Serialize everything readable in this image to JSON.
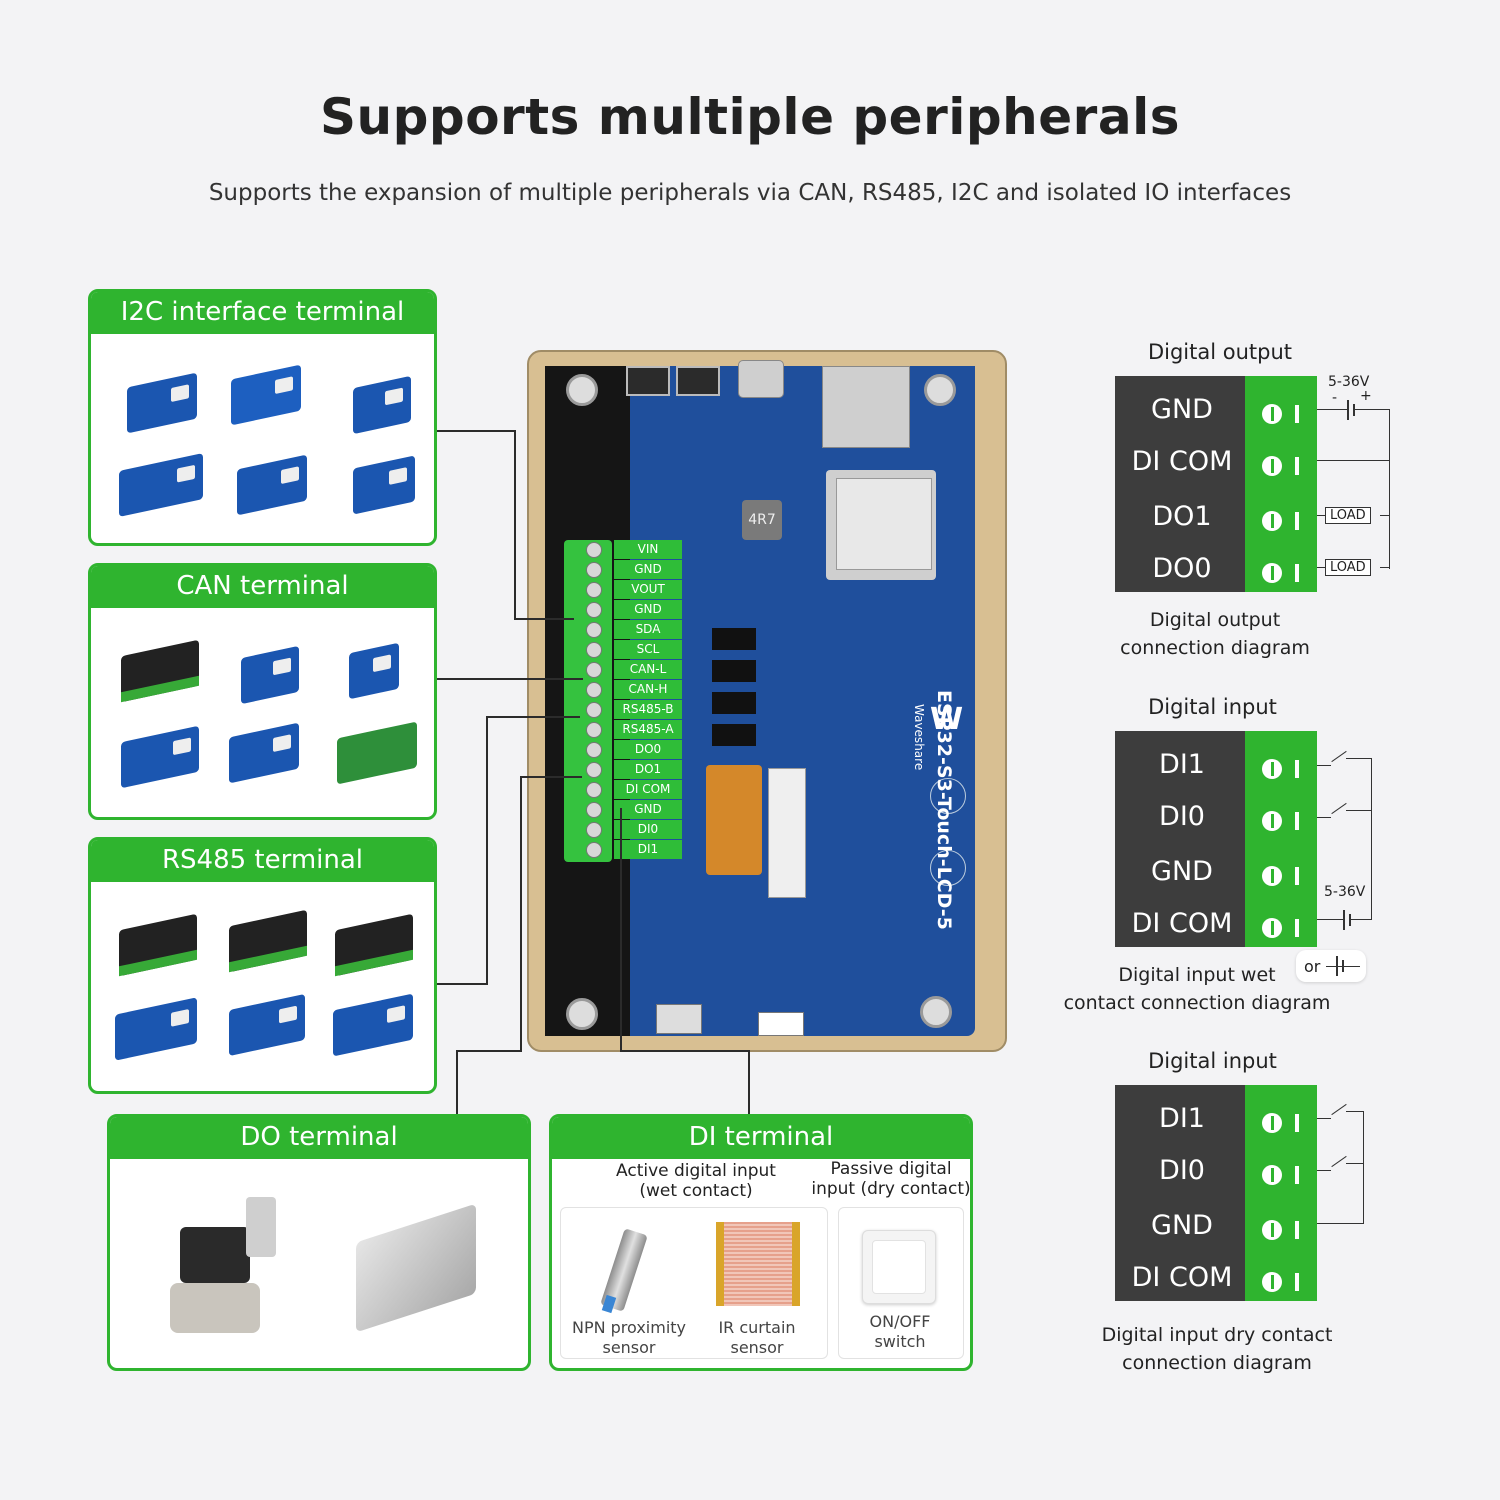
{
  "header": {
    "title": "Supports multiple peripherals",
    "subtitle": "Supports the expansion of multiple peripherals via CAN, RS485, I2C and isolated IO interfaces"
  },
  "panels": {
    "i2c": "I2C interface terminal",
    "can": "CAN terminal",
    "rs485": "RS485 terminal",
    "do": "DO terminal",
    "di": "DI terminal"
  },
  "di_panel": {
    "active_line1": "Active digital input",
    "active_line2": "(wet contact)",
    "passive_line1": "Passive digital",
    "passive_line2": "input (dry contact)",
    "npn_line1": "NPN proximity",
    "npn_line2": "sensor",
    "ir_line1": "IR curtain",
    "ir_line2": "sensor",
    "switch_line1": "ON/OFF",
    "switch_line2": "switch"
  },
  "board": {
    "name": "ESP32-S3-Touch-LCD-5",
    "brand": "Waveshare",
    "chip": "4R7",
    "pins": [
      "VIN",
      "GND",
      "VOUT",
      "GND",
      "SDA",
      "SCL",
      "CAN-L",
      "CAN-H",
      "RS485-B",
      "RS485-A",
      "DO0",
      "DO1",
      "DI COM",
      "GND",
      "DI0",
      "DI1"
    ]
  },
  "diagrams": {
    "output": {
      "title": "Digital output",
      "rows": [
        "GND",
        "DI COM",
        "DO1",
        "DO0"
      ],
      "voltage": "5-36V",
      "polarity_minus": "-",
      "polarity_plus": "+",
      "load1": "LOAD",
      "load2": "LOAD",
      "caption_line1": "Digital output",
      "caption_line2": "connection diagram"
    },
    "input_wet": {
      "title": "Digital input",
      "rows": [
        "DI1",
        "DI0",
        "GND",
        "DI COM"
      ],
      "voltage": "5-36V",
      "or": "or",
      "caption_line1": "Digital input wet",
      "caption_line2": "contact connection diagram"
    },
    "input_dry": {
      "title": "Digital input",
      "rows": [
        "DI1",
        "DI0",
        "GND",
        "DI COM"
      ],
      "caption_line1": "Digital input dry contact",
      "caption_line2": "connection diagram"
    }
  }
}
